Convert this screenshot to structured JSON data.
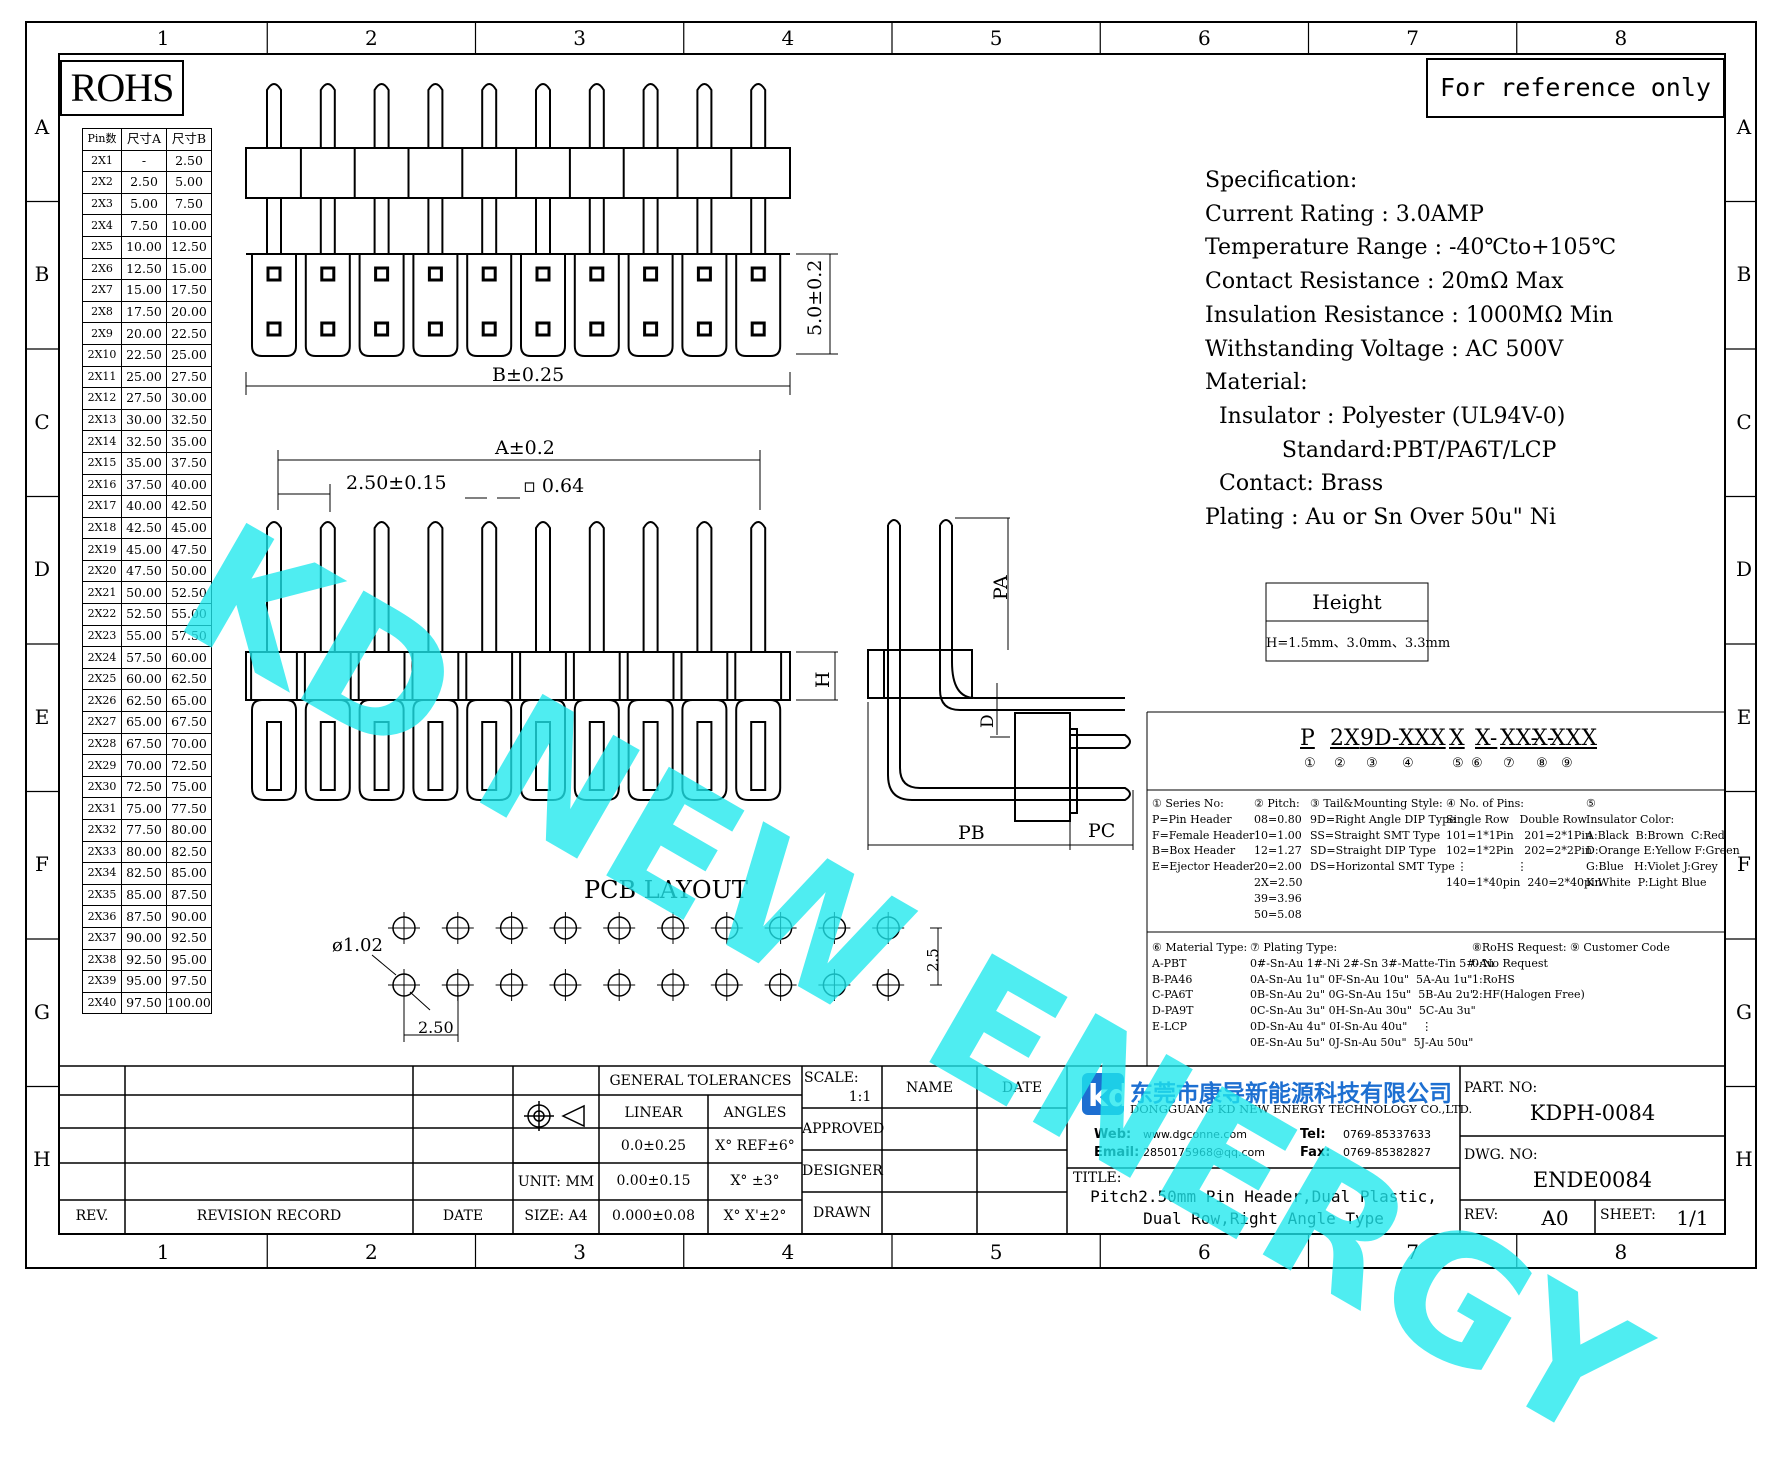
{
  "grid": {
    "columns": [
      "1",
      "2",
      "3",
      "4",
      "5",
      "6",
      "7",
      "8"
    ],
    "rows": [
      "A",
      "B",
      "C",
      "D",
      "E",
      "F",
      "G",
      "H"
    ]
  },
  "rohs": "ROHS",
  "reference_note": "For reference only",
  "watermark": "KD NEW ENERGY",
  "pin_table": {
    "headers": [
      "Pin数",
      "尺寸A",
      "尺寸B"
    ],
    "rows": [
      [
        "2X1",
        "-",
        "2.50"
      ],
      [
        "2X2",
        "2.50",
        "5.00"
      ],
      [
        "2X3",
        "5.00",
        "7.50"
      ],
      [
        "2X4",
        "7.50",
        "10.00"
      ],
      [
        "2X5",
        "10.00",
        "12.50"
      ],
      [
        "2X6",
        "12.50",
        "15.00"
      ],
      [
        "2X7",
        "15.00",
        "17.50"
      ],
      [
        "2X8",
        "17.50",
        "20.00"
      ],
      [
        "2X9",
        "20.00",
        "22.50"
      ],
      [
        "2X10",
        "22.50",
        "25.00"
      ],
      [
        "2X11",
        "25.00",
        "27.50"
      ],
      [
        "2X12",
        "27.50",
        "30.00"
      ],
      [
        "2X13",
        "30.00",
        "32.50"
      ],
      [
        "2X14",
        "32.50",
        "35.00"
      ],
      [
        "2X15",
        "35.00",
        "37.50"
      ],
      [
        "2X16",
        "37.50",
        "40.00"
      ],
      [
        "2X17",
        "40.00",
        "42.50"
      ],
      [
        "2X18",
        "42.50",
        "45.00"
      ],
      [
        "2X19",
        "45.00",
        "47.50"
      ],
      [
        "2X20",
        "47.50",
        "50.00"
      ],
      [
        "2X21",
        "50.00",
        "52.50"
      ],
      [
        "2X22",
        "52.50",
        "55.00"
      ],
      [
        "2X23",
        "55.00",
        "57.50"
      ],
      [
        "2X24",
        "57.50",
        "60.00"
      ],
      [
        "2X25",
        "60.00",
        "62.50"
      ],
      [
        "2X26",
        "62.50",
        "65.00"
      ],
      [
        "2X27",
        "65.00",
        "67.50"
      ],
      [
        "2X28",
        "67.50",
        "70.00"
      ],
      [
        "2X29",
        "70.00",
        "72.50"
      ],
      [
        "2X30",
        "72.50",
        "75.00"
      ],
      [
        "2X31",
        "75.00",
        "77.50"
      ],
      [
        "2X32",
        "77.50",
        "80.00"
      ],
      [
        "2X33",
        "80.00",
        "82.50"
      ],
      [
        "2X34",
        "82.50",
        "85.00"
      ],
      [
        "2X35",
        "85.00",
        "87.50"
      ],
      [
        "2X36",
        "87.50",
        "90.00"
      ],
      [
        "2X37",
        "90.00",
        "92.50"
      ],
      [
        "2X38",
        "92.50",
        "95.00"
      ],
      [
        "2X39",
        "95.00",
        "97.50"
      ],
      [
        "2X40",
        "97.50",
        "100.00"
      ]
    ]
  },
  "dims": {
    "b": "B±0.25",
    "width": "5.0±0.2",
    "a": "A±0.2",
    "pitch": "2.50±0.15",
    "pin": "▫ 0.64",
    "h": "H",
    "pa": "PA",
    "d": "D",
    "pb": "PB",
    "pc": "PC"
  },
  "pcb": {
    "title": "PCB LAYOUT",
    "hole": "ø1.02",
    "pitch_h": "2.50",
    "pitch_v": "2.5"
  },
  "spec": {
    "lines": [
      "Specification:",
      "Current Rating : 3.0AMP",
      "Temperature Range : -40℃to+105℃",
      "Contact Resistance : 20mΩ Max",
      "Insulation Resistance : 1000MΩ Min",
      "Withstanding Voltage : AC 500V",
      "Material:",
      "  Insulator : Polyester (UL94V-0)",
      "           Standard:PBT/PA6T/LCP",
      "  Contact: Brass",
      "Plating : Au or Sn Over 50u\" Ni"
    ]
  },
  "height": {
    "title": "Height",
    "value": "H=1.5mm、3.0mm、3.3mm"
  },
  "part_code": {
    "segments": [
      "P",
      "2X",
      "9D-XXX",
      "X",
      "X-",
      "XX-",
      "X-",
      "XXX"
    ],
    "numbers": [
      "①",
      "②",
      "③",
      "④",
      "⑤",
      "⑥",
      "⑦",
      "⑧",
      "⑨"
    ]
  },
  "codes": {
    "series": [
      "① Series No:",
      "P=Pin Header",
      "F=Female Header",
      "B=Box Header",
      "E=Ejector Header"
    ],
    "pitch": [
      "② Pitch:",
      "08=0.80",
      "10=1.00",
      "12=1.27",
      "20=2.00",
      "2X=2.50",
      "39=3.96",
      "50=5.08"
    ],
    "tail": [
      "③ Tail&Mounting Style:",
      "9D=Right Angle DIP Type",
      "SS=Straight SMT Type",
      "SD=Straight DIP Type",
      "DS=Horizontal SMT Type"
    ],
    "pins": [
      "④ No. of Pins:",
      "Single Row   Double Row",
      "101=1*1Pin   201=2*1Pin",
      "102=1*2Pin   202=2*2Pin",
      "   ⋮              ⋮",
      "140=1*40pin  240=2*40pin"
    ],
    "color": [
      "⑤",
      "Insulator Color:",
      "A:Black  B:Brown  C:Red",
      "D:Orange E:Yellow F:Green",
      "G:Blue   H:Violet J:Grey",
      "K:White  P:Light Blue"
    ],
    "material": [
      "⑥ Material Type:",
      "A-PBT",
      "B-PA46",
      "C-PA6T",
      "D-PA9T",
      "E-LCP"
    ],
    "plating": [
      "⑦ Plating Type:",
      "0#-Sn-Au 1#-Ni 2#-Sn 3#-Matte-Tin 5#-Au",
      "0A-Sn-Au 1u\" 0F-Sn-Au 10u\"  5A-Au 1u\"",
      "0B-Sn-Au 2u\" 0G-Sn-Au 15u\"  5B-Au 2u\"",
      "0C-Sn-Au 3u\" 0H-Sn-Au 30u\"  5C-Au 3u\"",
      "0D-Sn-Au 4u\" 0I-Sn-Au 40u\"    ⋮",
      "0E-Sn-Au 5u\" 0J-Sn-Au 50u\"  5J-Au 50u\""
    ],
    "rohs": [
      "⑧RoHS Request:",
      "0:No Request",
      "1:RoHS",
      "2:HF(Halogen Free)"
    ],
    "customer": [
      "⑨ Customer Code"
    ]
  },
  "title_block": {
    "general_tolerances": "GENERAL TOLERANCES",
    "linear": "LINEAR",
    "angles": "ANGLES",
    "tol": [
      [
        "0.0±0.25",
        "X° REF±6°"
      ],
      [
        "0.00±0.15",
        "X° ±3°"
      ],
      [
        "0.000±0.08",
        "X° X'±2°"
      ]
    ],
    "scale_label": "SCALE:",
    "scale": "1:1",
    "name": "NAME",
    "date": "DATE",
    "approved": "APPROVED",
    "designer": "DESIGNER",
    "drawn": "DRAWN",
    "unit": "UNIT: MM",
    "size": "SIZE: A4",
    "rev_label": "REV.",
    "revision_record": "REVISION RECORD",
    "rev_date": "DATE",
    "company_cn": "东莞市康导新能源科技有限公司",
    "company_en": "DONGGUANG KD NEW ENERGY TECHNOLOGY CO.,LTD.",
    "web_label": "Web:",
    "web": "www.dgconne.com",
    "email_label": "Email:",
    "email": "2850175968@qq.com",
    "tel_label": "Tel:",
    "tel": "0769-85337633",
    "fax_label": "Fax:",
    "fax": "0769-85382827",
    "title_label": "TITLE:",
    "title_1": "Pitch2.50mm Pin Header,Dual Plastic,",
    "title_2": "Dual Row,Right Angle Type",
    "part_no_label": "PART. NO:",
    "part_no": "KDPH-0084",
    "dwg_no_label": "DWG. NO:",
    "dwg_no": "ENDE0084",
    "rev_block_label": "REV:",
    "rev": "A0",
    "sheet_label": "SHEET:",
    "sheet": "1/1"
  }
}
